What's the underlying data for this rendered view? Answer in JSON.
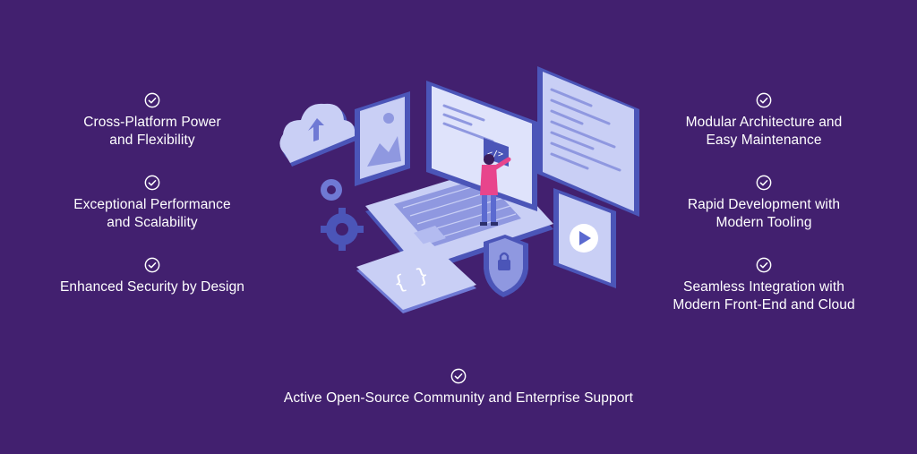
{
  "colors": {
    "background": "#42206f",
    "panel_light": "#c9cff5",
    "panel_mid": "#8f98e0",
    "panel_dark": "#4b55b8",
    "accent_pink": "#e8458c",
    "text": "#ffffff"
  },
  "features_left": [
    {
      "label": "Cross-Platform Power\nand Flexibility",
      "icon": "check-circle-icon"
    },
    {
      "label": "Exceptional Performance\nand Scalability",
      "icon": "check-circle-icon"
    },
    {
      "label": "Enhanced Security by Design",
      "icon": "check-circle-icon"
    }
  ],
  "features_right": [
    {
      "label": "Modular Architecture and\nEasy Maintenance",
      "icon": "check-circle-icon"
    },
    {
      "label": "Rapid Development with\nModern Tooling",
      "icon": "check-circle-icon"
    },
    {
      "label": "Seamless Integration with\nModern Front-End and Cloud",
      "icon": "check-circle-icon"
    }
  ],
  "feature_bottom": {
    "label": "Active Open-Source Community and Enterprise Support",
    "icon": "check-circle-icon"
  },
  "illustration": {
    "icons": [
      "cloud-upload-icon",
      "image-icon",
      "laptop-icon",
      "code-icon",
      "code-window-icon",
      "video-play-icon",
      "gear-icon",
      "shield-lock-icon",
      "developer-person-icon"
    ]
  }
}
